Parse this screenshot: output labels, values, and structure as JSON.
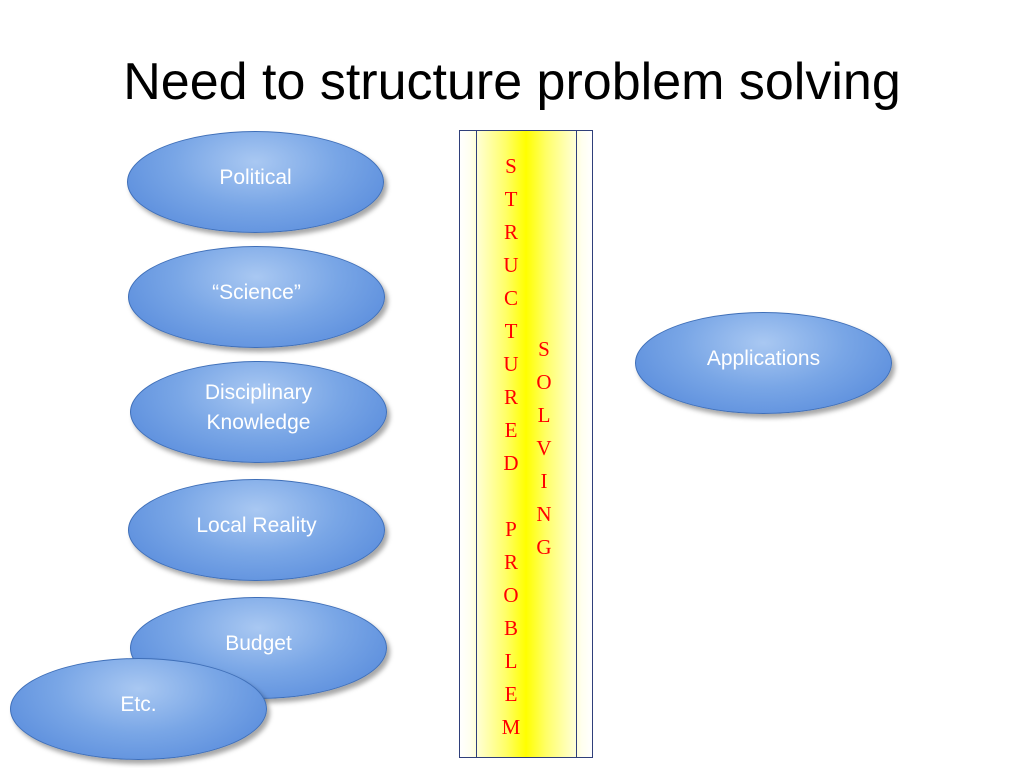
{
  "title": "Need to structure problem solving",
  "inputs": [
    {
      "label": "Political"
    },
    {
      "label": "“Science”"
    },
    {
      "label": "Disciplinary\nKnowledge"
    },
    {
      "label": "Local Reality"
    },
    {
      "label": "Budget"
    },
    {
      "label": "Etc."
    }
  ],
  "output": {
    "label": "Applications"
  },
  "process_column": {
    "left_letters": [
      "S",
      "T",
      "R",
      "U",
      "C",
      "T",
      "U",
      "R",
      "E",
      "D",
      "",
      "P",
      "R",
      "O",
      "B",
      "L",
      "E",
      "M"
    ],
    "right_letters": [
      "S",
      "O",
      "L",
      "V",
      "I",
      "N",
      "G"
    ]
  },
  "colors": {
    "ellipse_fill": "#4f84d9",
    "ellipse_highlight": "#a9c8f2",
    "column_fill": "#ffff00",
    "column_border": "#2f3f7a",
    "letter_color": "#ff0000",
    "label_color": "#ffffff"
  }
}
